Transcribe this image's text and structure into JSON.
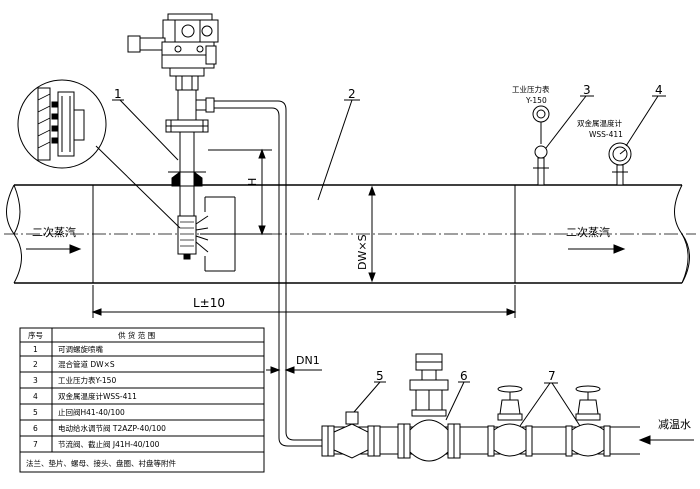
{
  "labels": {
    "steam_left": "二次蒸汽",
    "steam_right": "二次蒸汽",
    "dw_s": "DW×S",
    "h": "H",
    "l_tol": "L±10",
    "dn1": "DN1",
    "desuper_water": "减温水",
    "pressure_gauge_name": "工业压力表",
    "pressure_gauge_model": "Y-150",
    "thermometer_name": "双金属温度计",
    "thermometer_model": "WSS-411"
  },
  "callouts": [
    "1",
    "2",
    "3",
    "4",
    "5",
    "6",
    "7",
    "7"
  ],
  "table": {
    "header": {
      "col1": "序号",
      "col2": "供 货 范 围"
    },
    "rows": [
      {
        "no": "1",
        "desc": "可调螺旋喷嘴"
      },
      {
        "no": "2",
        "desc": "混合管道 DW×S"
      },
      {
        "no": "3",
        "desc": "工业压力表Y-150"
      },
      {
        "no": "4",
        "desc": "双金属温度计WSS-411"
      },
      {
        "no": "5",
        "desc": "止回阀H41-40/100"
      },
      {
        "no": "6",
        "desc": "电动给水调节阀 T2AZP-40/100"
      },
      {
        "no": "7",
        "desc": "节流阀、截止阀 J41H-40/100"
      }
    ],
    "footer": "法兰、垫片、螺母、接头、盘圈、衬盘等附件"
  }
}
